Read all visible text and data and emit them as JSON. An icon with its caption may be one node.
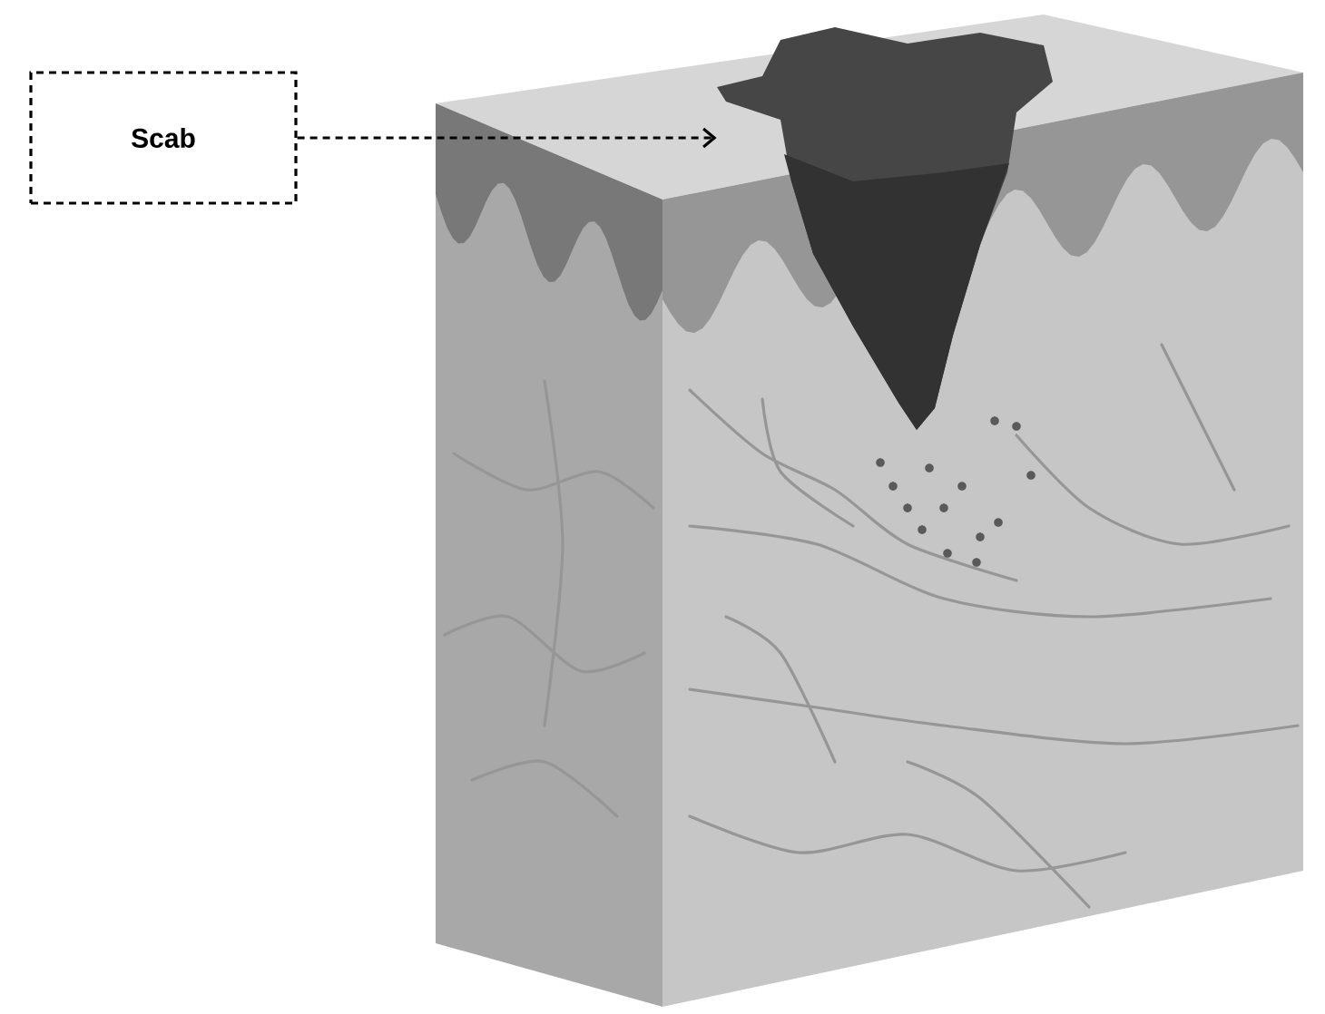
{
  "diagram": {
    "nodes": [
      {
        "text": [
          "Scab"
        ]
      },
      {
        "text": [],
        "shape": "picture"
      }
    ],
    "edges": [
      {
        "from": 0,
        "to": 1,
        "arrow": "to",
        "style": "dashed"
      }
    ]
  }
}
